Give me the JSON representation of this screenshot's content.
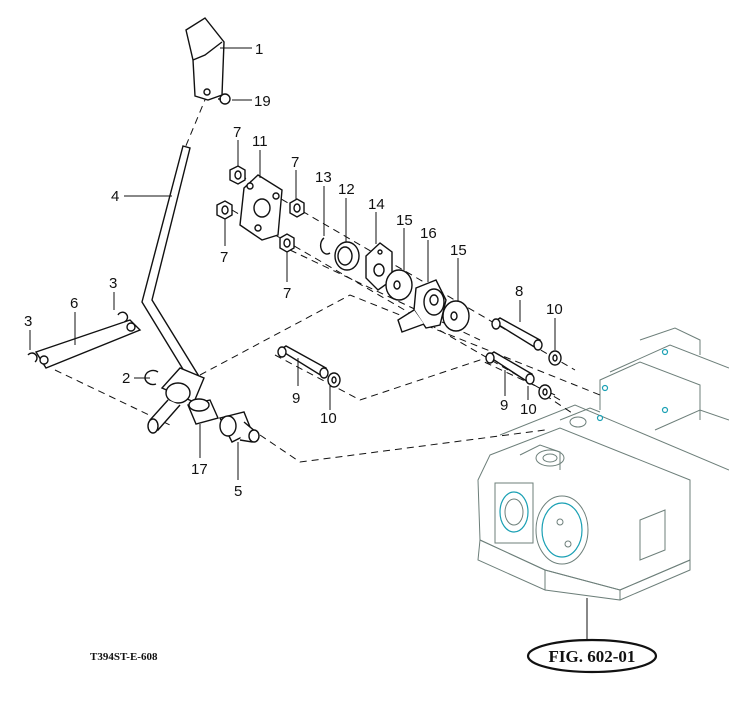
{
  "drawing_code": "T394ST-E-608",
  "figure_label": "FIG. 602-01",
  "callouts": {
    "c1": "1",
    "c19": "19",
    "c7a": "7",
    "c11": "11",
    "c7b": "7",
    "c13": "13",
    "c12": "12",
    "c14": "14",
    "c15a": "15",
    "c16": "16",
    "c15b": "15",
    "c4": "4",
    "c7c": "7",
    "c7d": "7",
    "c3a": "3",
    "c3b": "3",
    "c6": "6",
    "c8": "8",
    "c10a": "10",
    "c2": "2",
    "c9a": "9",
    "c10b": "10",
    "c9b": "9",
    "c10c": "10",
    "c17": "17",
    "c5": "5"
  }
}
